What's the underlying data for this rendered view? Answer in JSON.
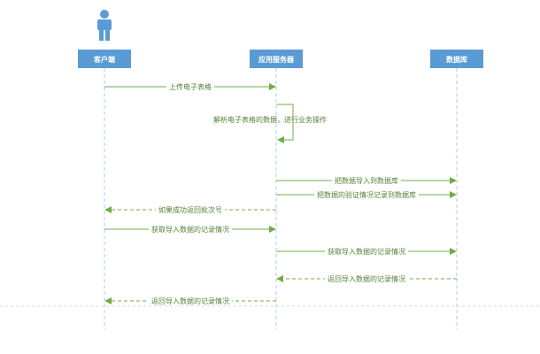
{
  "colors": {
    "box_fill": "#5b9bd5",
    "actor_fill": "#5b9bd5",
    "lifeline": "#a8cfe8",
    "arrow": "#70ad47",
    "text": "#548235",
    "page_break": "#d9d9d9"
  },
  "participants": [
    {
      "id": "client",
      "label": "客户端",
      "has_actor_icon": true
    },
    {
      "id": "app",
      "label": "应用服务器",
      "has_actor_icon": false
    },
    {
      "id": "db",
      "label": "数据库",
      "has_actor_icon": false
    }
  ],
  "messages": [
    {
      "from": "client",
      "to": "app",
      "label": "上传电子表格",
      "style": "solid"
    },
    {
      "from": "app",
      "to": "app",
      "label": "解析电子表格的数据，进行业务操作",
      "style": "self"
    },
    {
      "from": "app",
      "to": "db",
      "label": "把数据导入到数据库",
      "style": "solid"
    },
    {
      "from": "app",
      "to": "db",
      "label": "把数据的验证情况记录到数据库",
      "style": "solid"
    },
    {
      "from": "app",
      "to": "client",
      "label": "如果成功返回批次号",
      "style": "dashed"
    },
    {
      "from": "client",
      "to": "app",
      "label": "获取导入数据的记录情况",
      "style": "solid"
    },
    {
      "from": "app",
      "to": "db",
      "label": "获取导入数据的记录情况",
      "style": "solid"
    },
    {
      "from": "db",
      "to": "app",
      "label": "返回导入数据的记录情况",
      "style": "dashed"
    },
    {
      "from": "app",
      "to": "client",
      "label": "返回导入数据的记录情况",
      "style": "dashed"
    }
  ]
}
